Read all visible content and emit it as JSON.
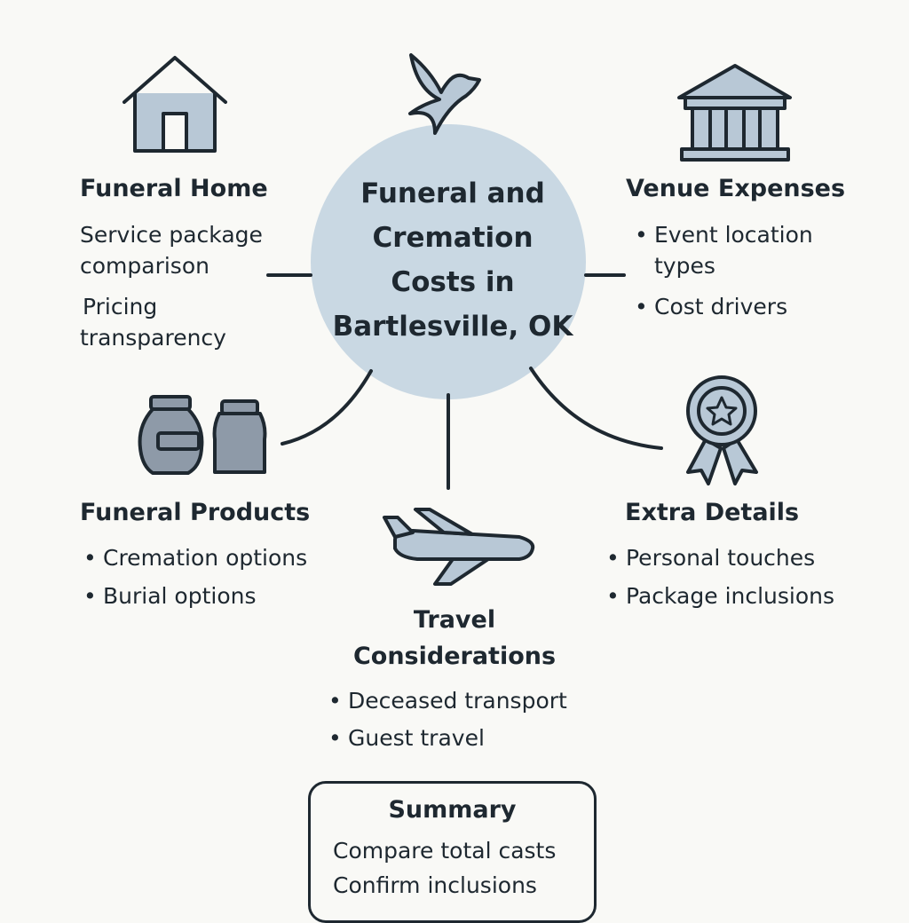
{
  "center": {
    "title_lines": [
      "Funeral and",
      "Cremation",
      "Costs in",
      "Bartlesville, OK"
    ]
  },
  "funeral_home": {
    "title": "Funeral Home",
    "items": [
      "Service package",
      "comparison",
      "Pricing",
      "transparency"
    ]
  },
  "venue": {
    "title": "Venue Expenses",
    "items": [
      "Event location",
      "types",
      "Cost drivers"
    ]
  },
  "products": {
    "title": "Funeral Products",
    "items": [
      "Cremation options",
      "Burial options"
    ]
  },
  "extra": {
    "title": "Extra Details",
    "items": [
      "Personal touches",
      "Package inclusions"
    ]
  },
  "travel": {
    "title_lines": [
      "Travel",
      "Considerations"
    ],
    "items": [
      "Deceased transport",
      "Guest travel"
    ]
  },
  "summary": {
    "title": "Summary",
    "items": [
      "Compare total casts",
      "Confirm inclusions"
    ]
  },
  "colors": {
    "circle": "#c9d8e3",
    "icon_fill": "#b8c8d6",
    "ink": "#1e2830"
  }
}
